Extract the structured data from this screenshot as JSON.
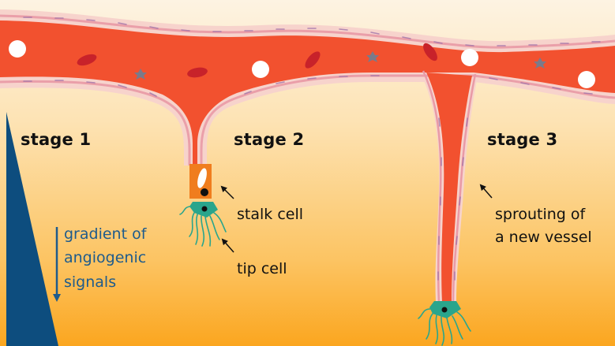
{
  "stages": {
    "stage1": "stage 1",
    "stage2": "stage 2",
    "stage3": "stage 3"
  },
  "annotations": {
    "stalk_cell": "stalk cell",
    "tip_cell": "tip cell",
    "sprouting_line1": "sprouting of",
    "sprouting_line2": "a new vessel"
  },
  "gradient_legend": {
    "line1": "gradient of",
    "line2": "angiogenic",
    "line3": "signals"
  },
  "colors": {
    "background_top": "#fdf1dc",
    "background_bottom": "#fba823",
    "vessel_lumen": "#f2512f",
    "vessel_wall": "#f2b3ad",
    "vessel_wall_outer": "#f7d6cf",
    "red_blood_cell": "#c8222a",
    "white_blood_cell": "#ffffff",
    "platelet": "#7a7a8a",
    "stalk_cell": "#f07d1e",
    "tip_cell": "#2aa58c",
    "gradient_wedge": "#0d4d7e",
    "gradient_text": "#1e5b8c"
  }
}
